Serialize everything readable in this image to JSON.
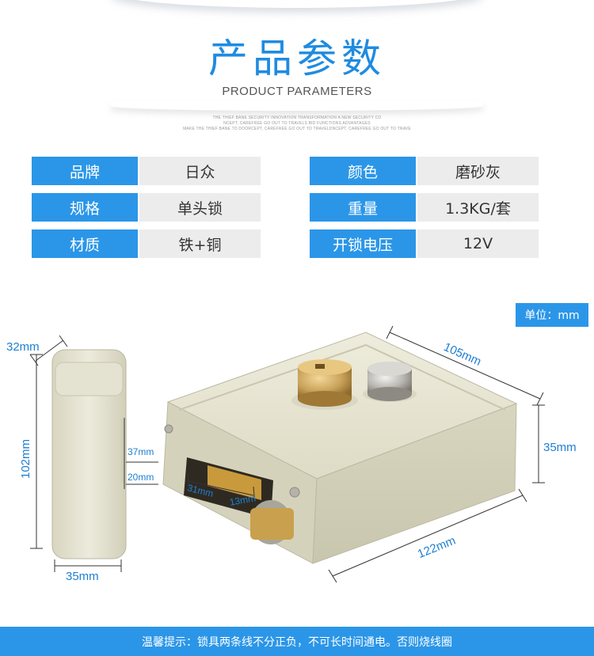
{
  "header": {
    "title": "产品参数",
    "subtitle": "PRODUCT PARAMETERS",
    "tagline_lines": [
      "THE THIEF BANE SECURITY INNOVATION TRANSFORMATION A NEW SECURITY CO",
      "NCEPT, CAREFREE GO OUT TO TRAVELS BID FUNCTIONS ADVANTAGES",
      "MAKE THE THIEF BANE TO DOORCEPT, CAREFREE GO OUT TO TRAVELDNCEPT, CAREFREE GO OUT TO TRAVE"
    ]
  },
  "specs": {
    "left": [
      {
        "label": "品牌",
        "value": "日众"
      },
      {
        "label": "规格",
        "value": "单头锁"
      },
      {
        "label": "材质",
        "value": "铁+铜"
      }
    ],
    "right": [
      {
        "label": "颜色",
        "value": "磨砂灰"
      },
      {
        "label": "重量",
        "value": "1.3KG/套"
      },
      {
        "label": "开锁电压",
        "value": "12V"
      }
    ]
  },
  "unit": "单位：mm",
  "dimensions": {
    "side_thickness": "32mm",
    "side_height": "102mm",
    "side_width": "35mm",
    "bolt_top": "37mm",
    "bolt_bottom": "20mm",
    "body_length": "105mm",
    "body_height": "35mm",
    "body_width": "122mm",
    "bolt_length": "31mm",
    "bolt_width": "13mm"
  },
  "footer": {
    "note": "温馨提示：锁具两条线不分正负，不可长时间通电。否则烧线圈"
  },
  "colors": {
    "accent": "#2b96e8",
    "title": "#1f8be0",
    "cell": "#ececec",
    "lock_body": "#e7e5d3"
  }
}
